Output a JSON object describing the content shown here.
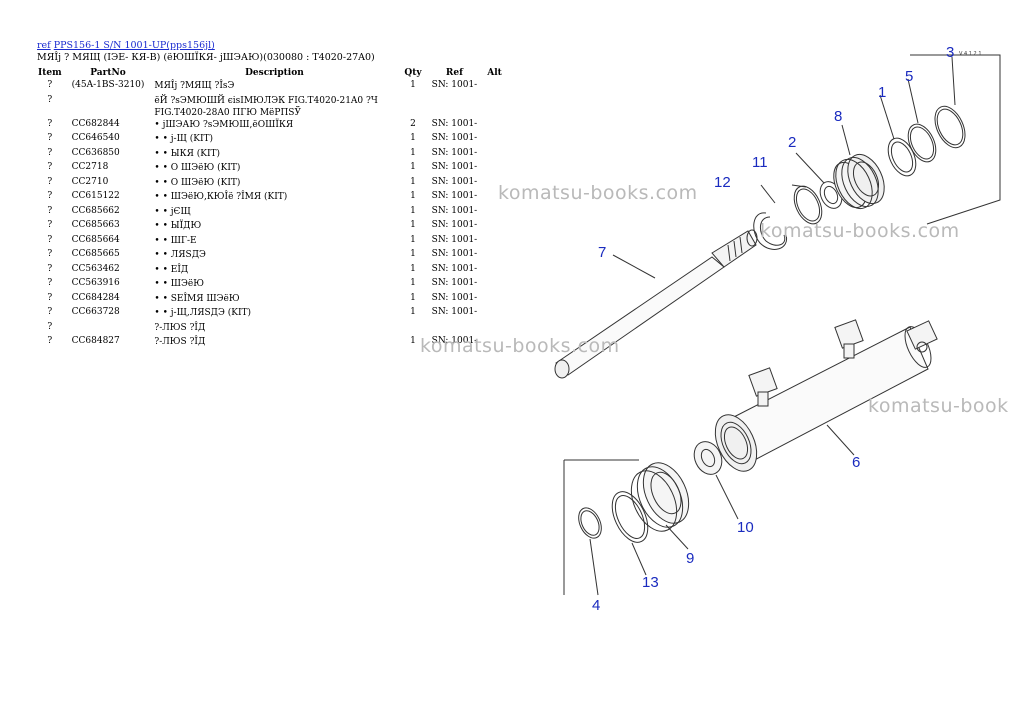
{
  "header": {
    "ref_link": "ref",
    "model_link": "PPS156-1 S/N 1001-UP(pps156jl)",
    "subtitle": "МЯÎj ? МЯЩ (IЭЕ- КЯ-В) (ёЮШЇКЯ- jШЭАЮ)(030080 : T4020-27A0)"
  },
  "columns": {
    "item": "Item",
    "part": "PartNo",
    "desc": "Description",
    "qty": "Qty",
    "ref": "Ref",
    "alt": "Alt"
  },
  "rows": [
    {
      "item": "?",
      "part": "(45A-1BS-3210)",
      "desc": "МЯÎj ?МЯЩ ?ÎsЭ",
      "qty": "1",
      "ref": "SN: 1001-"
    },
    {
      "item": "?",
      "part": "",
      "desc": "ёЙ ?sЭМЮШЙ єisIМЮЛЭК FIG.T4020-21A0 ?Ч FIG.T4020-28A0 ПГЮ МёРПSЎ",
      "qty": "",
      "ref": ""
    },
    {
      "item": "?",
      "part": "CC682844",
      "desc": "• jШЭАЮ ?sЭМЮШ,ёОШЇКЯ",
      "qty": "2",
      "ref": "SN: 1001-"
    },
    {
      "item": "?",
      "part": "CC646540",
      "desc": "• • j-Щ (KIT)",
      "qty": "1",
      "ref": "SN: 1001-"
    },
    {
      "item": "?",
      "part": "CC636850",
      "desc": "• • ЫКЯ (KIT)",
      "qty": "1",
      "ref": "SN: 1001-"
    },
    {
      "item": "?",
      "part": "CC2718",
      "desc": "• • О ШЭёЮ (KIT)",
      "qty": "1",
      "ref": "SN: 1001-"
    },
    {
      "item": "?",
      "part": "CC2710",
      "desc": "• • О ШЭёЮ (KIT)",
      "qty": "1",
      "ref": "SN: 1001-"
    },
    {
      "item": "?",
      "part": "CC615122",
      "desc": "• • ШЭёЮ,КЮÎё ?ÎМЯ (KIT)",
      "qty": "1",
      "ref": "SN: 1001-"
    },
    {
      "item": "?",
      "part": "CC685662",
      "desc": "• • jЄЩ",
      "qty": "1",
      "ref": "SN: 1001-"
    },
    {
      "item": "?",
      "part": "CC685663",
      "desc": "• • ЫЇДЮ",
      "qty": "1",
      "ref": "SN: 1001-"
    },
    {
      "item": "?",
      "part": "CC685664",
      "desc": "• • ШГ-Е",
      "qty": "1",
      "ref": "SN: 1001-"
    },
    {
      "item": "?",
      "part": "CC685665",
      "desc": "• • ЛЯSДЭ",
      "qty": "1",
      "ref": "SN: 1001-"
    },
    {
      "item": "?",
      "part": "CC563462",
      "desc": "• • ЕÎД",
      "qty": "1",
      "ref": "SN: 1001-"
    },
    {
      "item": "?",
      "part": "CC563916",
      "desc": "• • ШЭёЮ",
      "qty": "1",
      "ref": "SN: 1001-"
    },
    {
      "item": "?",
      "part": "CC684284",
      "desc": "• • SЕÎМЯ ШЭёЮ",
      "qty": "1",
      "ref": "SN: 1001-"
    },
    {
      "item": "?",
      "part": "CC663728",
      "desc": "• • j-Щ,ЛЯSДЭ (KIT)",
      "qty": "1",
      "ref": "SN: 1001-"
    },
    {
      "item": "?",
      "part": "",
      "desc": "?-ЛЮS ?ÎД",
      "qty": "",
      "ref": ""
    },
    {
      "item": "?",
      "part": "CC684827",
      "desc": "?-ЛЮS ?ÎД",
      "qty": "1",
      "ref": "SN: 1001-"
    }
  ],
  "diagram": {
    "code": "V 4 1 2 1",
    "callouts": [
      "1",
      "2",
      "3",
      "4",
      "5",
      "6",
      "7",
      "8",
      "9",
      "10",
      "11",
      "12",
      "13"
    ],
    "callout_color": "#1a2bbf"
  },
  "watermarks": [
    "komatsu-books.com",
    "komatsu-books.com",
    "komatsu-books.com",
    "komatsu-book"
  ]
}
